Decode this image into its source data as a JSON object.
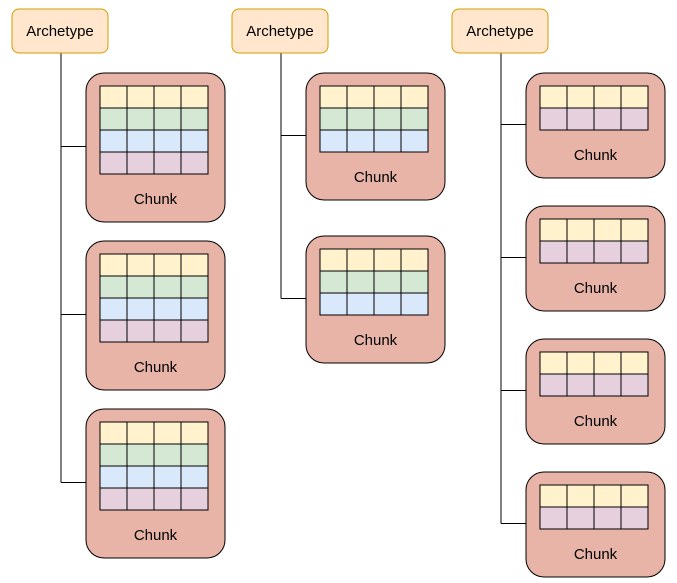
{
  "colors": {
    "archetype_fill": "#ffe6cc",
    "archetype_stroke": "#d79b00",
    "chunk_fill": "#e8b4a8",
    "chunk_stroke": "#000000",
    "line": "#000000",
    "row_colors": [
      "#fff2cc",
      "#d5e8d4",
      "#dae8fc",
      "#e6d0de"
    ]
  },
  "archetypes": [
    {
      "label": "Archetype",
      "chunks": [
        {
          "label": "Chunk",
          "rows": 4
        },
        {
          "label": "Chunk",
          "rows": 4
        },
        {
          "label": "Chunk",
          "rows": 4
        }
      ]
    },
    {
      "label": "Archetype",
      "chunks": [
        {
          "label": "Chunk",
          "rows": 3
        },
        {
          "label": "Chunk",
          "rows": 3
        }
      ]
    },
    {
      "label": "Archetype",
      "chunks": [
        {
          "label": "Chunk",
          "rows": 2,
          "row_colors": [
            0,
            3
          ]
        },
        {
          "label": "Chunk",
          "rows": 2,
          "row_colors": [
            0,
            3
          ]
        },
        {
          "label": "Chunk",
          "rows": 2,
          "row_colors": [
            0,
            3
          ]
        },
        {
          "label": "Chunk",
          "rows": 2,
          "row_colors": [
            0,
            3
          ]
        }
      ]
    }
  ]
}
